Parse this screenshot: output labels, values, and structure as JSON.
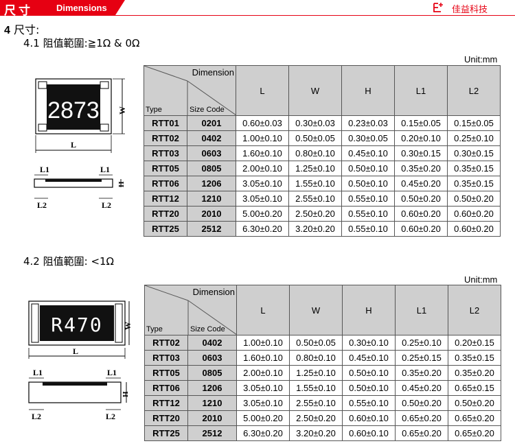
{
  "header": {
    "title_cn": "尺寸",
    "title_en": "Dimensions",
    "brand": "佳益科技"
  },
  "section": {
    "number": "4",
    "title": "尺寸:"
  },
  "section1": {
    "title": "4.1 阻值範圍:≧1Ω & 0Ω",
    "unit": "Unit:mm",
    "drawing": {
      "marking": "2873",
      "w_label": "W",
      "l_label": "L",
      "l1_label": "L1",
      "l2_label": "L2",
      "h_label": "H"
    },
    "table": {
      "dimension_header": "Dimension",
      "type_header": "Type",
      "size_code_header": "Size Code",
      "columns": [
        "L",
        "W",
        "H",
        "L1",
        "L2"
      ],
      "rows": [
        [
          "RTT01",
          "0201",
          "0.60±0.03",
          "0.30±0.03",
          "0.23±0.03",
          "0.15±0.05",
          "0.15±0.05"
        ],
        [
          "RTT02",
          "0402",
          "1.00±0.10",
          "0.50±0.05",
          "0.30±0.05",
          "0.20±0.10",
          "0.25±0.10"
        ],
        [
          "RTT03",
          "0603",
          "1.60±0.10",
          "0.80±0.10",
          "0.45±0.10",
          "0.30±0.15",
          "0.30±0.15"
        ],
        [
          "RTT05",
          "0805",
          "2.00±0.10",
          "1.25±0.10",
          "0.50±0.10",
          "0.35±0.20",
          "0.35±0.15"
        ],
        [
          "RTT06",
          "1206",
          "3.05±0.10",
          "1.55±0.10",
          "0.50±0.10",
          "0.45±0.20",
          "0.35±0.15"
        ],
        [
          "RTT12",
          "1210",
          "3.05±0.10",
          "2.55±0.10",
          "0.55±0.10",
          "0.50±0.20",
          "0.50±0.20"
        ],
        [
          "RTT20",
          "2010",
          "5.00±0.20",
          "2.50±0.20",
          "0.55±0.10",
          "0.60±0.20",
          "0.60±0.20"
        ],
        [
          "RTT25",
          "2512",
          "6.30±0.20",
          "3.20±0.20",
          "0.55±0.10",
          "0.60±0.20",
          "0.60±0.20"
        ]
      ]
    }
  },
  "section2": {
    "title": "4.2 阻值範圍: <1Ω",
    "unit": "Unit:mm",
    "drawing": {
      "marking": "R470",
      "w_label": "W",
      "l_label": "L",
      "l1_label": "L1",
      "l2_label": "L2",
      "h_label": "H"
    },
    "table": {
      "dimension_header": "Dimension",
      "type_header": "Type",
      "size_code_header": "Size Code",
      "columns": [
        "L",
        "W",
        "H",
        "L1",
        "L2"
      ],
      "rows": [
        [
          "RTT02",
          "0402",
          "1.00±0.10",
          "0.50±0.05",
          "0.30±0.10",
          "0.25±0.10",
          "0.20±0.15"
        ],
        [
          "RTT03",
          "0603",
          "1.60±0.10",
          "0.80±0.10",
          "0.45±0.10",
          "0.25±0.15",
          "0.35±0.15"
        ],
        [
          "RTT05",
          "0805",
          "2.00±0.10",
          "1.25±0.10",
          "0.50±0.10",
          "0.35±0.20",
          "0.35±0.20"
        ],
        [
          "RTT06",
          "1206",
          "3.05±0.10",
          "1.55±0.10",
          "0.50±0.10",
          "0.45±0.20",
          "0.65±0.15"
        ],
        [
          "RTT12",
          "1210",
          "3.05±0.10",
          "2.55±0.10",
          "0.55±0.10",
          "0.50±0.20",
          "0.50±0.20"
        ],
        [
          "RTT20",
          "2010",
          "5.00±0.20",
          "2.50±0.20",
          "0.60±0.10",
          "0.65±0.20",
          "0.65±0.20"
        ],
        [
          "RTT25",
          "2512",
          "6.30±0.20",
          "3.20±0.20",
          "0.60±0.10",
          "0.65±0.20",
          "0.65±0.20"
        ]
      ]
    }
  }
}
